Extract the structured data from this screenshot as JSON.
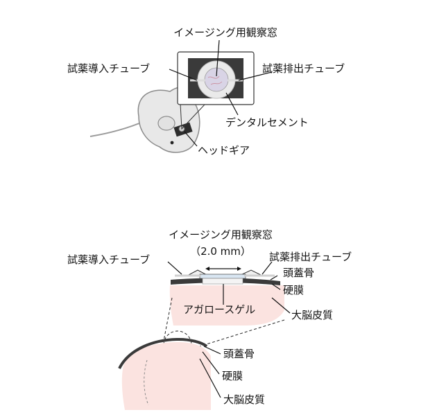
{
  "top_diagram": {
    "imaging_window": "イメージング用観察窓",
    "reagent_in_tube": "試薬導入チューブ",
    "reagent_out_tube": "試薬排出チューブ",
    "dental_cement": "デンタルセメント",
    "headgear": "ヘッドギア"
  },
  "bottom_diagram": {
    "imaging_window": "イメージング用観察窓",
    "window_size": "（2.0 mm）",
    "reagent_in_tube": "試薬導入チューブ",
    "reagent_out_tube": "試薬排出チューブ",
    "skull": "頭蓋骨",
    "dura": "硬膜",
    "agarose_gel": "アガロースゲル",
    "cortex": "大脳皮質",
    "skull_lower": "頭蓋骨",
    "dura_lower": "硬膜",
    "cortex_lower": "大脳皮質"
  },
  "colors": {
    "brain_tissue": "#fbe3e0",
    "cement_dark": "#3a3a3a",
    "window_glass": "#d9d4e6",
    "line": "#1a1a1a"
  }
}
